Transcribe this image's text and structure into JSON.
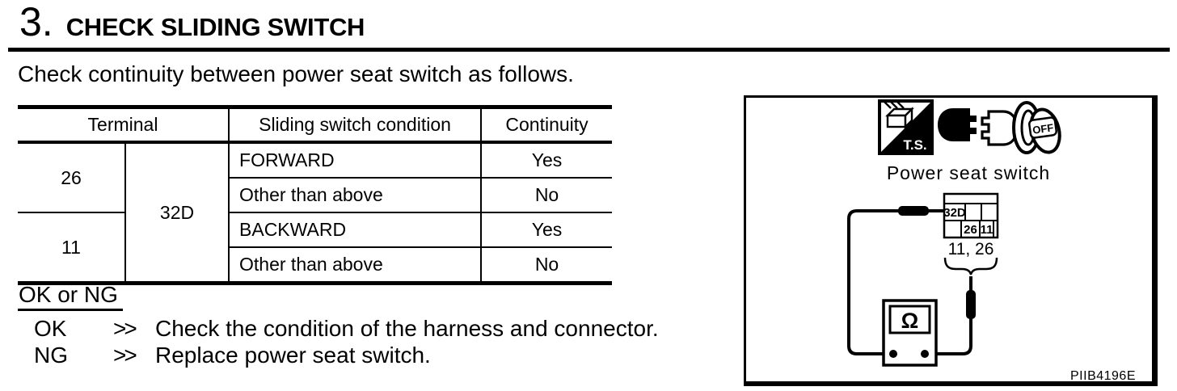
{
  "page": {
    "step_number": "3.",
    "title": "CHECK SLIDING SWITCH",
    "intro": "Check continuity between power seat switch as follows.",
    "result_heading": "OK or NG",
    "results": [
      {
        "label": "OK",
        "prompt": ">>",
        "text": "Check the condition of the harness and connector."
      },
      {
        "label": "NG",
        "prompt": ">>",
        "text": "Replace power seat switch."
      }
    ]
  },
  "table": {
    "headers": {
      "terminal": "Terminal",
      "condition": "Sliding switch condition",
      "continuity": "Continuity"
    },
    "terminal_groups": [
      {
        "pin": "26"
      },
      {
        "pin": "11"
      }
    ],
    "connector": "32D",
    "rows": [
      {
        "condition": "FORWARD",
        "continuity": "Yes"
      },
      {
        "condition": "Other than above",
        "continuity": "No"
      },
      {
        "condition": "BACKWARD",
        "continuity": "Yes"
      },
      {
        "condition": "Other than above",
        "continuity": "No"
      }
    ]
  },
  "figure": {
    "icons": [
      {
        "name": "ts-tester-icon",
        "label": "T.S."
      },
      {
        "name": "disconnect-connector-icon",
        "label": ""
      },
      {
        "name": "ignition-off-icon",
        "label": "OFF"
      }
    ],
    "caption": "Power seat switch",
    "connector_label": "32D",
    "pin_left": "26",
    "pin_right": "11",
    "pins_text": "11, 26",
    "meter_symbol": "Ω",
    "figure_code": "PIIB4196E"
  },
  "colors": {
    "ink": "#000000",
    "paper": "#ffffff"
  }
}
